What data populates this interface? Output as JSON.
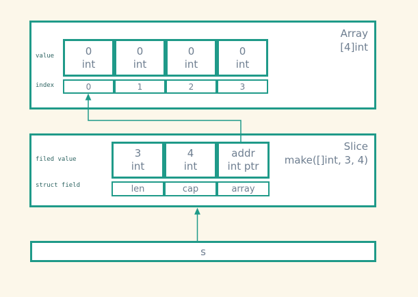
{
  "colors": {
    "teal": "#1f9a89",
    "text": "#6e7e90",
    "small_label": "#2e6462",
    "page_background": "#fcf7ea",
    "box_background": "#ffffff"
  },
  "array_box": {
    "title_line1": "Array",
    "title_line2": "[4]int",
    "value_row_label": "value",
    "index_row_label": "index",
    "cells": [
      {
        "value": "0",
        "type": "int"
      },
      {
        "value": "0",
        "type": "int"
      },
      {
        "value": "0",
        "type": "int"
      },
      {
        "value": "0",
        "type": "int"
      }
    ],
    "indices": [
      "0",
      "1",
      "2",
      "3"
    ]
  },
  "slice_box": {
    "title_line1": "Slice",
    "title_line2": "make([]int, 3, 4)",
    "field_value_row_label": "filed value",
    "struct_field_row_label": "struct field",
    "cells": [
      {
        "value": "3",
        "type": "int"
      },
      {
        "value": "4",
        "type": "int"
      },
      {
        "value": "addr",
        "type": "int ptr"
      }
    ],
    "struct_fields": [
      "len",
      "cap",
      "array"
    ]
  },
  "variable_box": {
    "label": "s"
  }
}
